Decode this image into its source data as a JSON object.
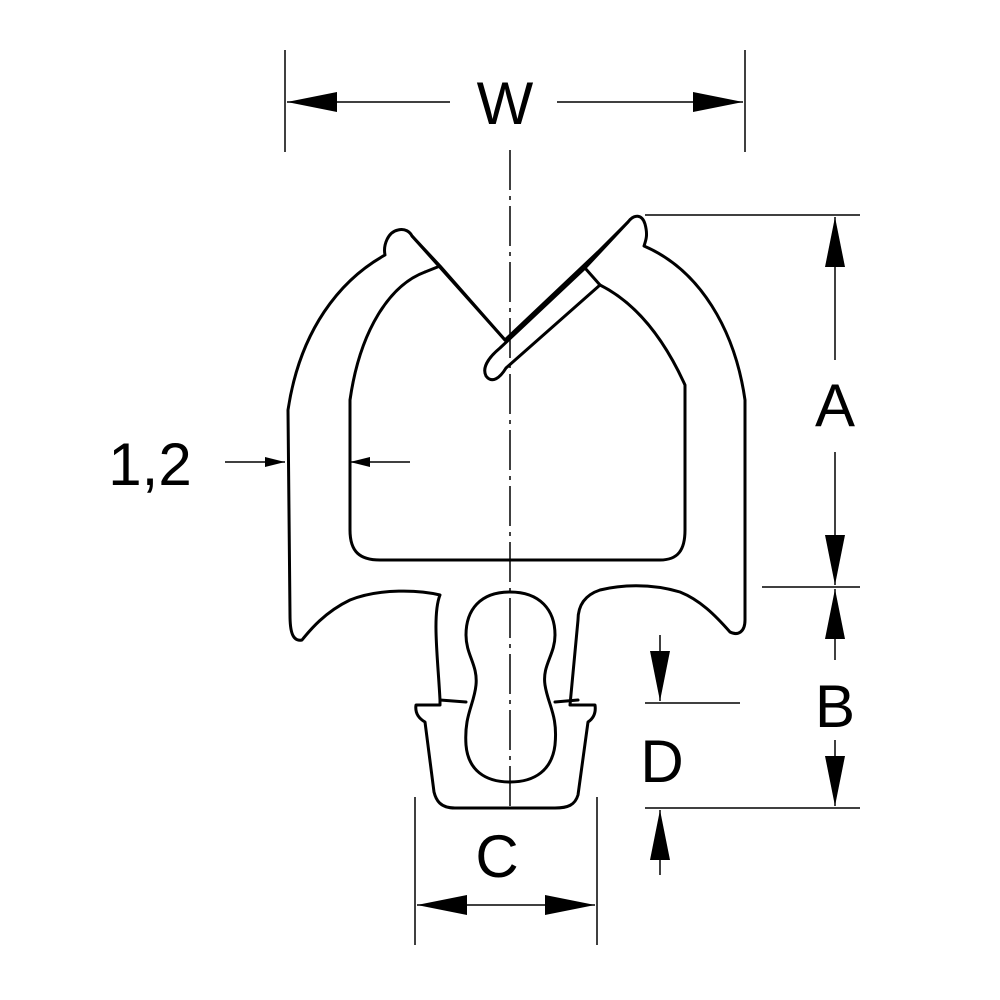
{
  "labels": {
    "width": "W",
    "height_a": "A",
    "height_b": "B",
    "width_c": "C",
    "depth_d": "D",
    "thickness": "1,2"
  },
  "colors": {
    "line": "#000000",
    "background": "#ffffff"
  }
}
